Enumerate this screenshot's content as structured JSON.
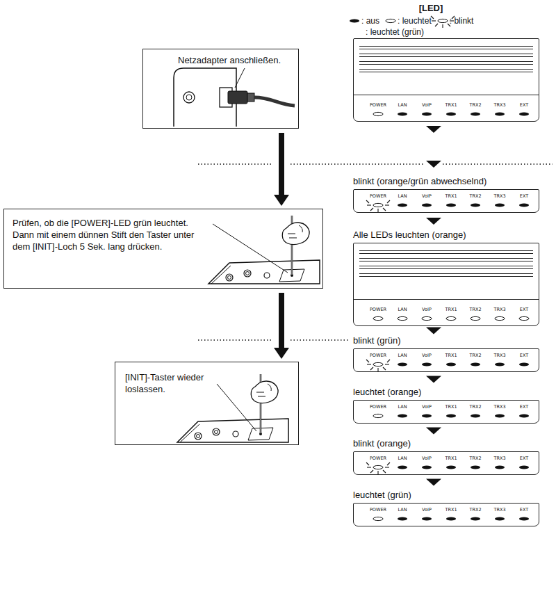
{
  "diagram": {
    "title": "[LED]",
    "nodes": [
      {
        "text": [
          "Netzadapter anschließen."
        ]
      },
      {
        "text": [
          "Prüfen, ob die [POWER]-LED grün leuchtet. Dann mit einem dünnen Stift den Taster unter dem [INIT]-Loch 5 Sek. lang drücken."
        ]
      },
      {
        "text": [
          "[INIT]-Taster wieder loslassen."
        ]
      },
      {
        "text": [
          "POWER",
          "LAN",
          "VoIP",
          "TRX1",
          "TRX2",
          "TRX3",
          "EXT"
        ]
      },
      {
        "text": [
          "blinkt (orange/grün abwechselnd)",
          "POWER",
          "LAN",
          "VoIP",
          "TRX1",
          "TRX2",
          "TRX3",
          "EXT"
        ]
      },
      {
        "text": [
          "Alle LEDs leuchten (orange)",
          "POWER",
          "LAN",
          "VoIP",
          "TRX1",
          "TRX2",
          "TRX3",
          "EXT"
        ]
      },
      {
        "text": [
          "blinkt (grün)",
          "POWER",
          "LAN",
          "VoIP",
          "TRX1",
          "TRX2",
          "TRX3",
          "EXT"
        ]
      },
      {
        "text": [
          "leuchtet (orange)",
          "POWER",
          "LAN",
          "VoIP",
          "TRX1",
          "TRX2",
          "TRX3",
          "EXT"
        ]
      },
      {
        "text": [
          "blinkt (orange)",
          "POWER",
          "LAN",
          "VoIP",
          "TRX1",
          "TRX2",
          "TRX3",
          "EXT"
        ]
      },
      {
        "text": [
          "leuchtet (grün)",
          "POWER",
          "LAN",
          "VoIP",
          "TRX1",
          "TRX2",
          "TRX3",
          "EXT"
        ]
      }
    ],
    "edges": [
      {
        "from": 0,
        "to": 1,
        "arrow": "to"
      },
      {
        "from": 1,
        "to": 2,
        "arrow": "to"
      },
      {
        "from": 3,
        "to": 4,
        "arrow": "to"
      },
      {
        "from": 4,
        "to": 5,
        "arrow": "to"
      },
      {
        "from": 5,
        "to": 6,
        "arrow": "to"
      },
      {
        "from": 6,
        "to": 7,
        "arrow": "to"
      },
      {
        "from": 7,
        "to": 8,
        "arrow": "to"
      },
      {
        "from": 8,
        "to": 9,
        "arrow": "to"
      }
    ],
    "legend": [
      {
        "text": ": aus"
      },
      {
        "text": ": leuchtet"
      },
      {
        "text": ": blinkt"
      },
      {
        "text": ": leuchtet (grün)"
      }
    ]
  }
}
